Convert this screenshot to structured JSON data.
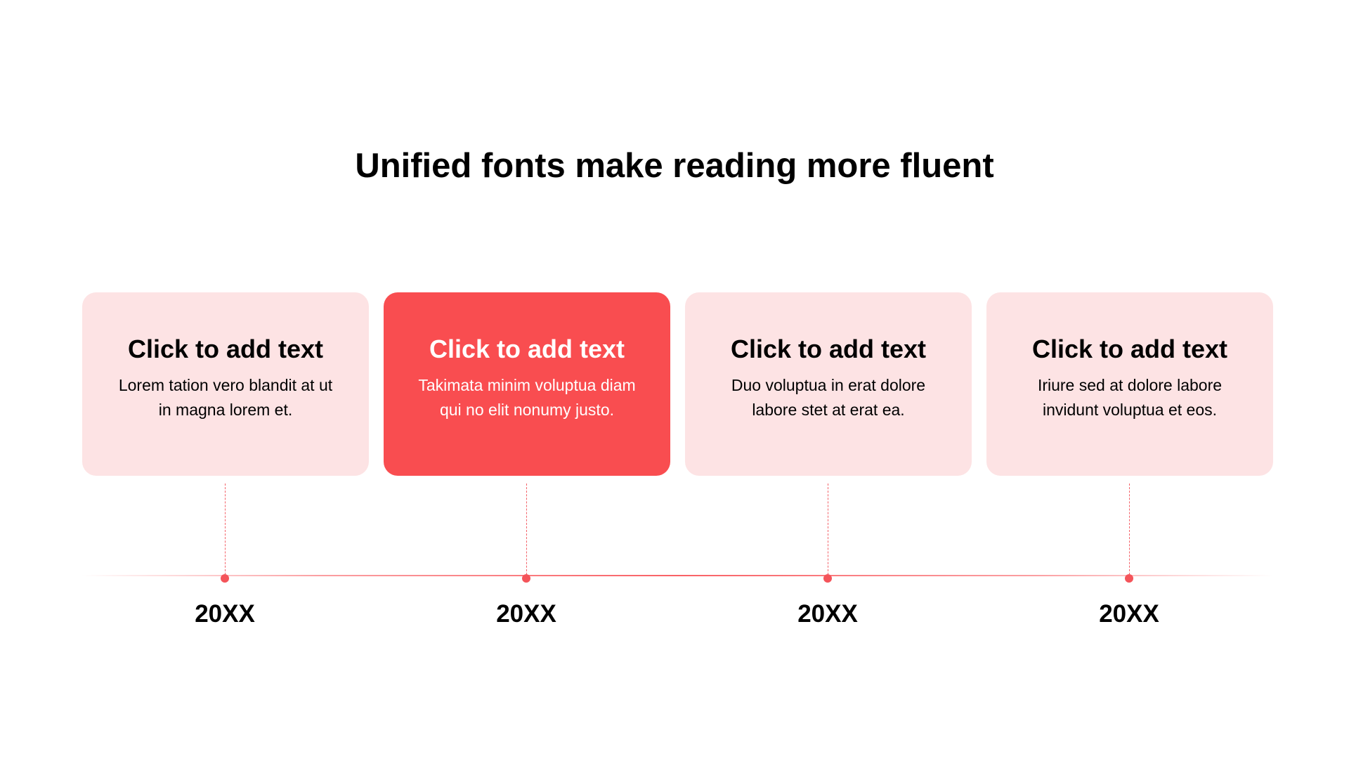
{
  "title": "Unified fonts make reading more fluent",
  "colors": {
    "accent": "#f94d50",
    "card_light": "#fde3e4",
    "text_dark": "#000000",
    "text_light": "#ffffff"
  },
  "timeline": {
    "items": [
      {
        "heading": "Click to add text",
        "body": "Lorem tation vero blandit at ut in magna lorem et.",
        "year": "20XX",
        "highlighted": false
      },
      {
        "heading": "Click to add text",
        "body": "Takimata minim voluptua diam qui no elit nonumy justo.",
        "year": "20XX",
        "highlighted": true
      },
      {
        "heading": "Click to add text",
        "body": "Duo voluptua in erat dolore labore stet at erat ea.",
        "year": "20XX",
        "highlighted": false
      },
      {
        "heading": "Click to add text",
        "body": "Iriure sed at dolore labore invidunt voluptua et eos.",
        "year": "20XX",
        "highlighted": false
      }
    ]
  }
}
